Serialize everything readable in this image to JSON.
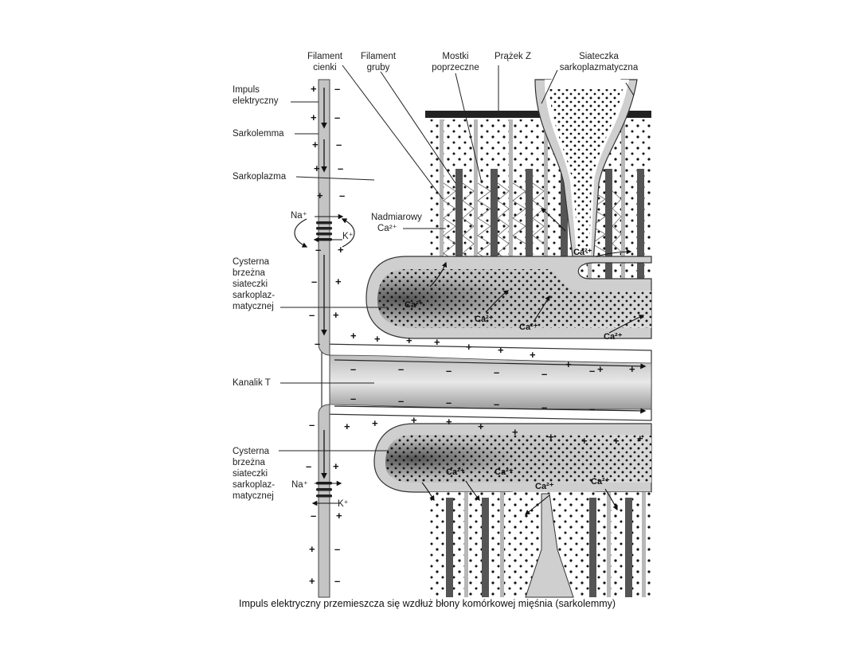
{
  "labels": {
    "thin_filament": [
      "Filament",
      "cienki"
    ],
    "thick_filament": [
      "Filament",
      "gruby"
    ],
    "cross_bridges": [
      "Mostki",
      "poprzeczne"
    ],
    "z_line": "Prążek Z",
    "sr": [
      "Siateczka",
      "sarkoplazmatyczna"
    ],
    "impulse": [
      "Impuls",
      "elektryczny"
    ],
    "sarcolemma": "Sarkolemma",
    "sarcoplasm": "Sarkoplazma",
    "excess_ca": [
      "Nadmiarowy",
      "Ca²⁺"
    ],
    "cistern_top": [
      "Cysterna",
      "brzeżna",
      "siateczki",
      "sarkoplaz-",
      "matycznej"
    ],
    "t_tubule": "Kanalik T",
    "cistern_bottom": [
      "Cysterna",
      "brzeżna",
      "siateczki",
      "sarkoplaz-",
      "matycznej"
    ],
    "na": "Na⁺",
    "k": "K⁺",
    "ca": "Ca²⁺"
  },
  "caption": "Impuls elektryczny przemieszcza się wzdłuż błony komórkowej mięśnia (sarkolemmy)"
}
